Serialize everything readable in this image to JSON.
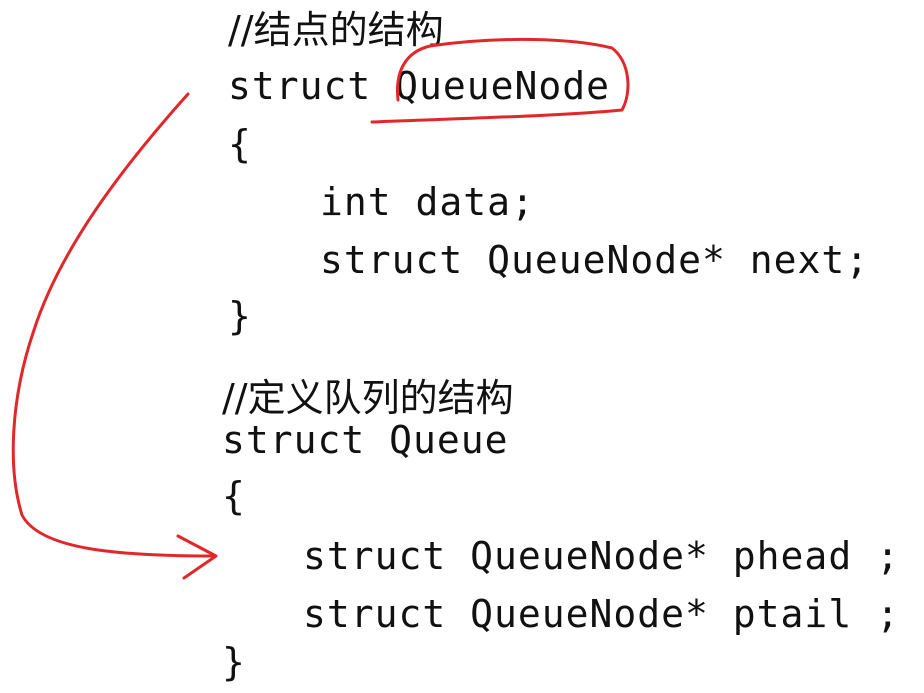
{
  "block1": {
    "comment": "//结点的结构",
    "decl": "struct QueueNode",
    "open": "{",
    "field1": "int data;",
    "field2": "struct QueueNode* next;",
    "close": "}"
  },
  "block2": {
    "comment": "//定义队列的结构",
    "decl": "struct Queue",
    "open": "{",
    "field1": "struct QueueNode* phead ;",
    "field2": "struct QueueNode* ptail ;",
    "close": "}"
  },
  "annotation_color": "#e0282a"
}
